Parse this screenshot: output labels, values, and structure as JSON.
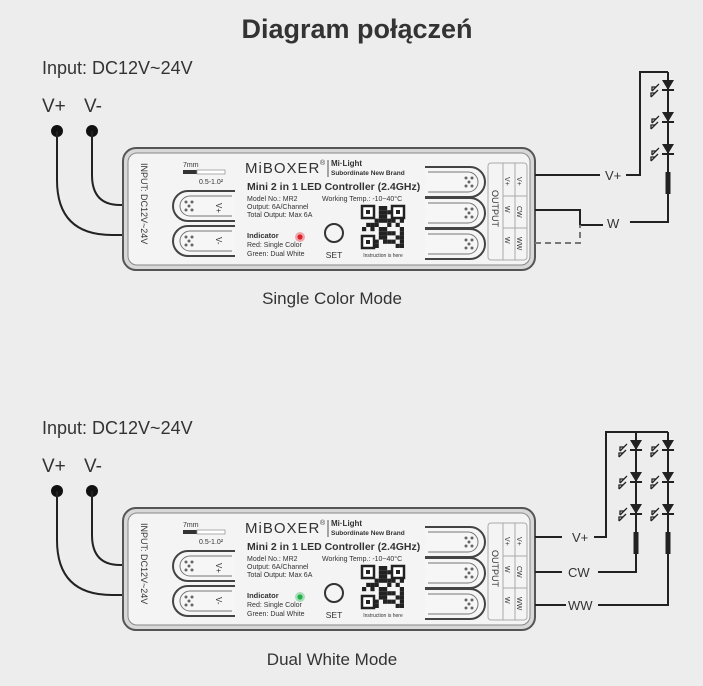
{
  "title": "Diagram połączeń",
  "controller": {
    "brand": "MiBOXER",
    "registered": "®",
    "sub_brand_1": "Mi·Light",
    "sub_brand_2": "Subordinate New Brand",
    "name": "Mini 2 in 1 LED Controller (2.4GHz)",
    "model": "Model No.: MR2",
    "temp": "Working Temp.: -10~40°C",
    "output": "Output: 6A/Channel",
    "total": "Total Output: Max 6A",
    "indicator": "Indicator",
    "red": "Red: Single Color",
    "green": "Green: Dual White",
    "set": "SET",
    "instruction": "Instruction is here",
    "input_label": "INPUT: DC12V~24V",
    "strip_len": "7mm",
    "wire_gauge": "0.5-1.0²",
    "in_vplus": "V+",
    "in_vminus": "V-",
    "output_label": "OUTPUT",
    "out_col1": [
      "V+",
      "W",
      "W"
    ],
    "out_col2": [
      "V+",
      "CW",
      "WW"
    ]
  },
  "diagrams": [
    {
      "input": "Input: DC12V~24V",
      "vplus": "V+",
      "vminus": "V-",
      "mode": "Single Color Mode",
      "indicator_color": "#e0202a",
      "outputs": [
        "V+",
        "W"
      ]
    },
    {
      "input": "Input: DC12V~24V",
      "vplus": "V+",
      "vminus": "V-",
      "mode": "Dual White Mode",
      "indicator_color": "#1fb34a",
      "outputs": [
        "V+",
        "CW",
        "WW"
      ]
    }
  ]
}
